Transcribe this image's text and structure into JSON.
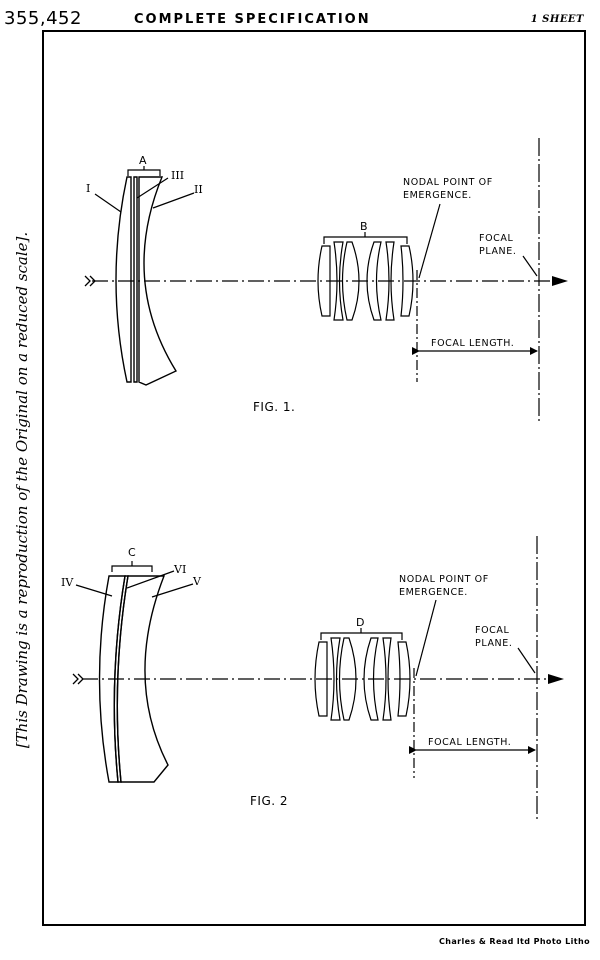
{
  "header": {
    "patent_number": "355,452",
    "title": "COMPLETE SPECIFICATION",
    "sheets": "1 SHEET"
  },
  "side_note": "[This Drawing is a reproduction of the Original on a reduced scale].",
  "footer": "Charles & Read ltd Photo Litho",
  "figure1": {
    "caption": "FIG. 1.",
    "group_front": "A",
    "group_rear": "B",
    "element_labels": [
      "I",
      "III",
      "II"
    ],
    "nodal_point": [
      "NODAL POINT OF",
      "EMERGENCE."
    ],
    "focal_plane": [
      "FOCAL",
      "PLANE."
    ],
    "focal_length": "FOCAL LENGTH."
  },
  "figure2": {
    "caption": "FIG. 2",
    "group_front": "C",
    "group_rear": "D",
    "element_labels": [
      "IV",
      "VI",
      "V"
    ],
    "nodal_point": [
      "NODAL POINT OF",
      "EMERGENCE."
    ],
    "focal_plane": [
      "FOCAL",
      "PLANE."
    ],
    "focal_length": "FOCAL LENGTH."
  }
}
